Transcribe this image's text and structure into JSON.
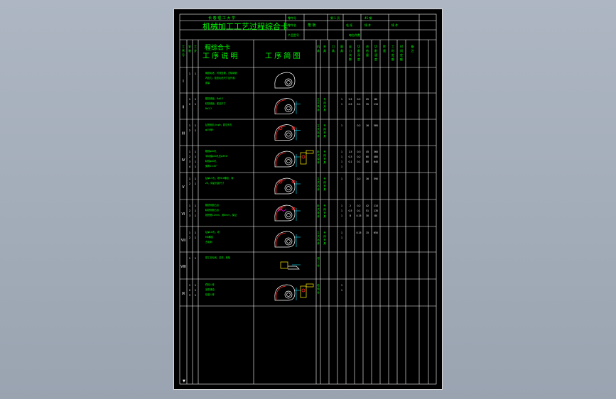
{
  "card": {
    "school": "长 春 理 工 大 学",
    "title": "机械加工工艺过程综合卡",
    "heading_process_desc": "工 序 说 明",
    "heading_process_sketch": "工 序 简 图",
    "part_code_label": "零件号",
    "part_name_label": "零件名",
    "product_model_label": "产品型号",
    "part_name_value": "角 板",
    "sheet_label": "第 1 页",
    "material_label": "45 钢",
    "blank_label": "毛 坯",
    "blank_value": "铸 件",
    "worksheet_label": "每台件数",
    "corner_mark": "▼"
  },
  "header_cols": [
    "工序号",
    "安装",
    "工步",
    "工 序 说 明",
    "工 序 简 图",
    "机床",
    "夹具",
    "刀具",
    "量具",
    "走刀次数",
    "切削深度",
    "进给量",
    "切削速度",
    "转速",
    "工时定额",
    "时间定额",
    "备注"
  ],
  "operations": [
    {
      "no": "I",
      "steps": [
        "1"
      ],
      "desc": [
        "铸造毛坯，时效处理，去除铸造",
        "内应力，检查毛坯尺寸及外观",
        "质量"
      ]
    },
    {
      "no": "II",
      "steps": [
        "1",
        "2"
      ],
      "desc": [
        "粗铣底面，Ra6.3",
        "精铣底面，保证尺寸",
        "Ra3.2"
      ]
    },
    {
      "no": "III",
      "steps": [
        "1",
        "2"
      ],
      "desc": [
        "钻底面孔4×φ9，锪沉头孔",
        "φ15深9"
      ]
    },
    {
      "no": "IV",
      "steps": [
        "1",
        "2",
        "3",
        "4"
      ],
      "desc": [
        "粗镗φ40孔",
        "半精镗φ40孔至φ39.8",
        "精镗φ40孔",
        "倒角1×45°"
      ]
    },
    {
      "no": "V",
      "steps": [
        "1",
        "2"
      ],
      "desc": [
        "钻φ8.5孔，攻M10螺纹，深",
        "20，保证孔距尺寸"
      ]
    },
    {
      "no": "VI",
      "steps": [
        "1",
        "2",
        "3"
      ],
      "desc": [
        "粗铣侧面凸台",
        "精铣侧面凸台",
        "铣槽宽12mm，深8mm，保证"
      ]
    },
    {
      "no": "VII",
      "steps": [
        "1",
        "2"
      ],
      "desc": [
        "钻φ6.8孔，攻",
        "M8螺纹",
        "去毛刺"
      ]
    },
    {
      "no": "VIII",
      "steps": [
        "1"
      ],
      "desc": [
        "钳工去毛刺，清洗，检验"
      ]
    },
    {
      "no": "IX",
      "steps": [
        "1",
        "2",
        "3"
      ],
      "desc": [
        "终检入库",
        "涂防锈油",
        "包装入库"
      ]
    }
  ],
  "machines": [
    "",
    "立式铣床X51",
    "立式钻床Z525",
    "卧式镗床T68",
    "立式钻床Z525",
    "卧式铣床X62W",
    "立式钻床Z525",
    "钳工台",
    "检验台"
  ],
  "fixtures": [
    "",
    "专用夹具",
    "专用夹具",
    "专用夹具",
    "专用夹具",
    "专用夹具",
    "专用夹具",
    "",
    ""
  ],
  "params": [
    [],
    [
      [
        "1",
        "2.5",
        "0.2",
        "25",
        "80"
      ],
      [
        "1",
        "0.5",
        "0.1",
        "35",
        "110"
      ]
    ],
    [
      [
        "1",
        "",
        "0.2",
        "16",
        "580"
      ]
    ],
    [
      [
        "1",
        "1.5",
        "0.3",
        "45",
        "360"
      ],
      [
        "1",
        "0.3",
        "0.2",
        "60",
        "480"
      ],
      [
        "1",
        "0.1",
        "0.1",
        "80",
        "640"
      ],
      [
        "1",
        "",
        "",
        "",
        ""
      ]
    ],
    [
      [
        "1",
        "",
        "0.2",
        "16",
        "590"
      ]
    ],
    [
      [
        "1",
        "2",
        "0.2",
        "42",
        "110"
      ],
      [
        "1",
        "0.5",
        "0.1",
        "51",
        "135"
      ],
      [
        "1",
        "8",
        "0.15",
        "30",
        "80"
      ]
    ],
    [
      [
        "1",
        "",
        "0.15",
        "15",
        "650"
      ],
      [
        "1",
        "",
        "",
        "",
        ""
      ]
    ],
    [],
    [
      [
        "1",
        "",
        "",
        "",
        ""
      ],
      [
        "1",
        "",
        "",
        "",
        ""
      ]
    ]
  ]
}
